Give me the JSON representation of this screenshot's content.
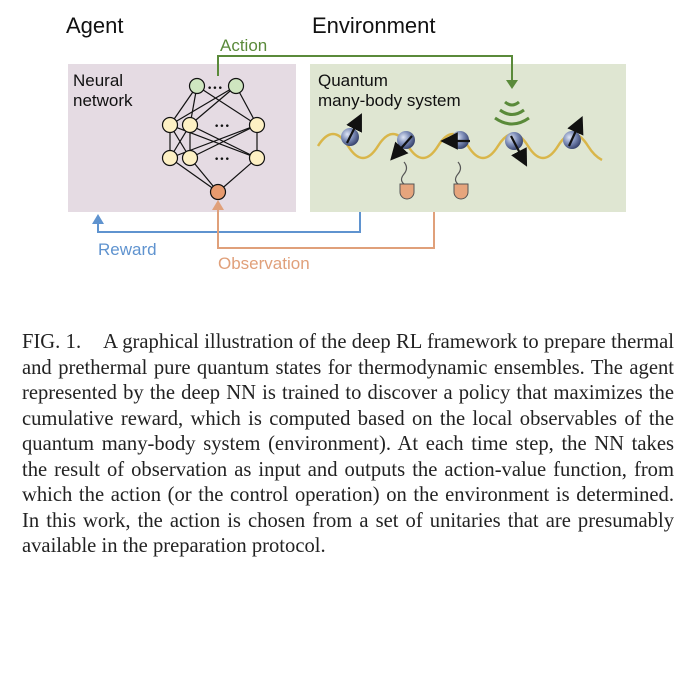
{
  "figure": {
    "labels": {
      "agent": "Agent",
      "environment": "Environment",
      "action": "Action",
      "neural_network_line1": "Neural",
      "neural_network_line2": "network",
      "system_line1": "Quantum",
      "system_line2": "many-body system",
      "reward": "Reward",
      "observation": "Observation",
      "dots": "•••"
    },
    "colors": {
      "agent_box": "#e5dbe3",
      "environment_box": "#dfe6d2",
      "action": "#5a8a3a",
      "reward": "#5f93cf",
      "observation": "#e0a07a",
      "wave": "#d9b64a",
      "output_node": "#cfe6c0",
      "hidden_node": "#fdf0c4",
      "input_node": "#e79a6e"
    },
    "icons": [
      "neural-network-icon",
      "spin-icon",
      "detector-icon",
      "control-field-icon",
      "sine-wave"
    ]
  },
  "caption": {
    "label": "FIG. 1.",
    "text": "A graphical illustration of the deep RL frame­work to prepare thermal and prethermal pure quantum states for thermodynamic ensembles. The agent represented by the deep NN is trained to discover a policy that maximizes the cumulative reward, which is computed based on the local ob­servables of the quantum many-body system (environment). At each time step, the NN takes the result of observation as input and outputs the action-value function, from which the action (or the control operation) on the environment is determined.  In this work, the action is chosen from a set of unitaries that are presumably available in the preparation protocol."
  }
}
